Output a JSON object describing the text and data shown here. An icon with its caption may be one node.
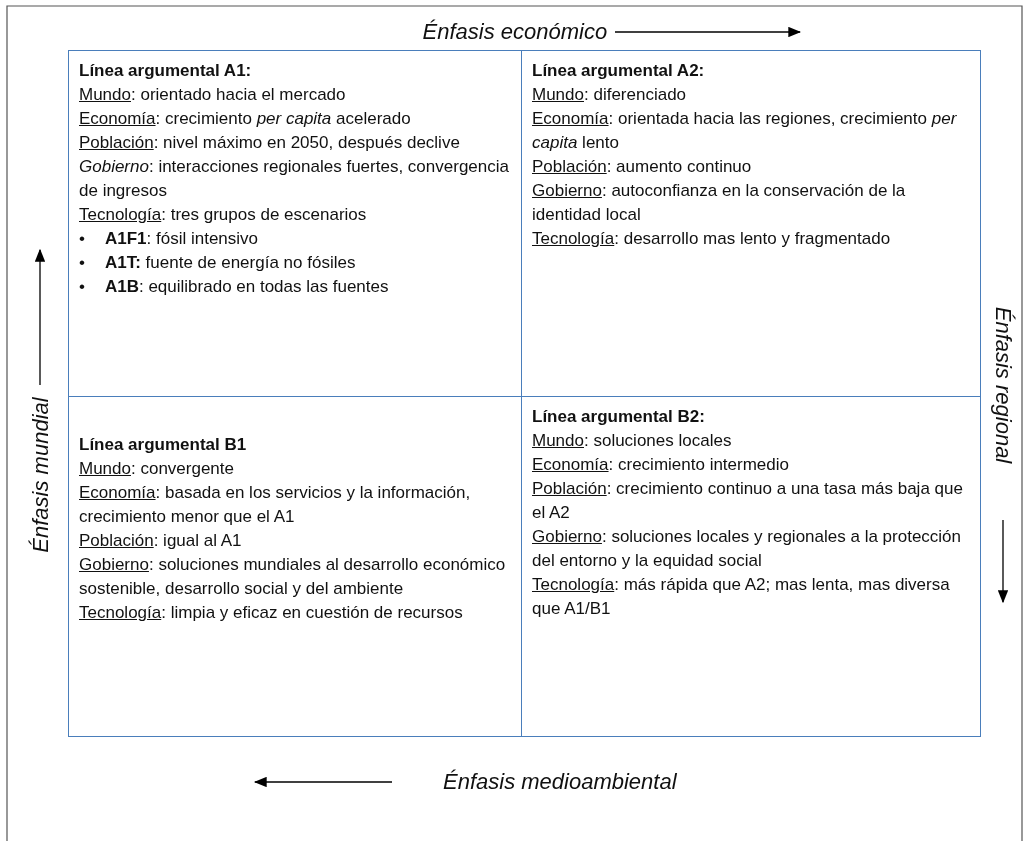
{
  "diagram": {
    "nodes": [
      {
        "text": [
          "Línea argumental A1:",
          "Mundo: orientado hacia el mercado",
          "Economía: crecimiento *per capita* acelerado",
          "Población: nivel máximo en 2050, después declive",
          "*Gobierno*: interacciones regionales fuertes, convergencia de ingresos",
          "Tecnología: tres grupos de escenarios",
          "• **A1F1**: fósil intensivo",
          "• **A1T:** fuente de energía no fósiles",
          "• **A1B**: equilibrado en todas las fuentes"
        ]
      },
      {
        "text": [
          "Línea argumental A2:",
          "Mundo: diferenciado",
          "Economía: orientada hacia las regiones, crecimiento *per capita* lento",
          "Población: aumento continuo",
          "Gobierno: autoconfianza en la conservación de la identidad local",
          "Tecnología: desarrollo mas lento y fragmentado"
        ]
      },
      {
        "text": [
          "Línea argumental B1",
          "Mundo: convergente",
          "Economía: basada en los servicios y la información, crecimiento menor que el A1",
          "Población: igual al A1",
          "Gobierno: soluciones mundiales al desarrollo económico sostenible, desarrollo social y del ambiente",
          "Tecnología: limpia y eficaz en cuestión de recursos"
        ]
      },
      {
        "text": [
          "Línea argumental B2:",
          "Mundo: soluciones locales",
          "Economía: crecimiento intermedio",
          "Población: crecimiento continuo a una tasa más baja que el A2",
          "Gobierno: soluciones locales y regionales a la protección del entorno y la equidad social",
          "Tecnología: más rápida que A2; mas lenta, mas diversa que A1/B1"
        ]
      }
    ],
    "labels": [
      "Énfasis económico",
      "Énfasis mundial",
      "Énfasis regional",
      "Énfasis medioambiental"
    ]
  }
}
